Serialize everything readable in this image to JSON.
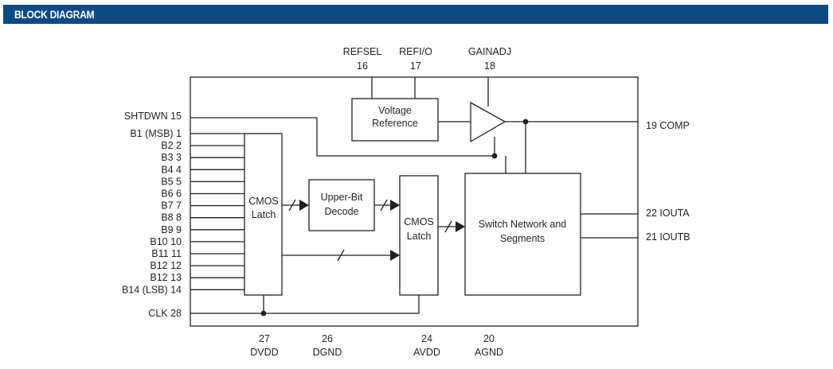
{
  "header": {
    "title": "BLOCK DIAGRAM"
  },
  "blocks": {
    "voltage_reference": [
      "Voltage",
      "Reference"
    ],
    "cmos_latch_1": [
      "CMOS",
      "Latch"
    ],
    "upper_bit_decode": [
      "Upper-Bit",
      "Decode"
    ],
    "cmos_latch_2": [
      "CMOS",
      "Latch"
    ],
    "switch_network": [
      "Switch Network and",
      "Segments"
    ]
  },
  "top_pins": [
    {
      "name": "REFSEL",
      "number": "16"
    },
    {
      "name": "REFI/O",
      "number": "17"
    },
    {
      "name": "GAINADJ",
      "number": "18"
    }
  ],
  "left_pins": {
    "shtdwn": "SHTDWN  15",
    "bits": [
      "B1 (MSB)  1",
      "B2  2",
      "B3  3",
      "B4  4",
      "B5  5",
      "B6  6",
      "B7  7",
      "B8  8",
      "B9  9",
      "B10  10",
      "B11  11",
      "B12  12",
      "B12  13",
      "B14 (LSB)  14"
    ],
    "clk": "CLK  28"
  },
  "right_pins": {
    "comp": "19 COMP",
    "iouta": "22 IOUTA",
    "ioutb": "21 IOUTB"
  },
  "bottom_pins": [
    {
      "number": "27",
      "name": "DVDD"
    },
    {
      "number": "26",
      "name": "DGND"
    },
    {
      "number": "24",
      "name": "AVDD"
    },
    {
      "number": "20",
      "name": "AGND"
    }
  ]
}
